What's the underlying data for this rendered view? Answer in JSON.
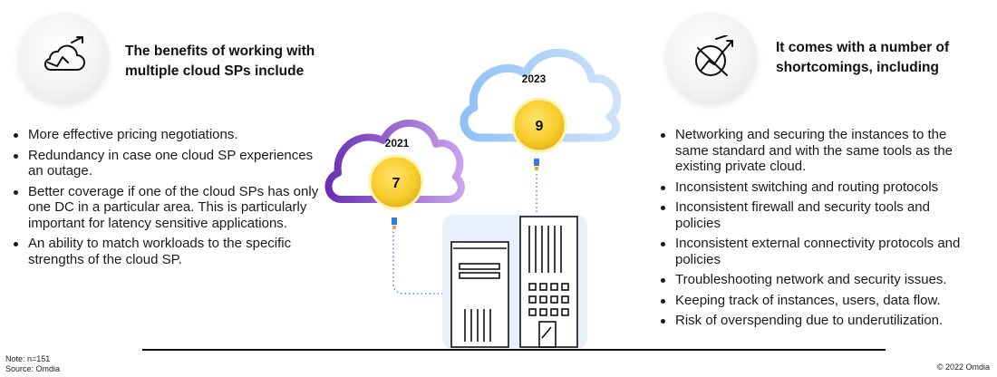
{
  "left": {
    "icon": "cloud-arrow-icon",
    "heading": "The benefits of working with multiple cloud SPs include",
    "bullets": [
      "More effective pricing negotiations.",
      "Redundancy in case one cloud SP experiences an outage.",
      "Better coverage if one of the cloud SPs has only one DC in a particular area. This is particularly important for latency sensitive applications.",
      "An ability to match workloads to the specific strengths of the cloud SP."
    ]
  },
  "right": {
    "icon": "broken-chart-arrow-icon",
    "heading": "It comes with a number of shortcomings, including",
    "bullets": [
      "Networking and securing the instances to the same standard and with the same tools as the existing private cloud.",
      "Inconsistent switching and routing protocols",
      "Inconsistent firewall and security tools and policies",
      "Inconsistent external connectivity protocols and policies",
      "Troubleshooting network and security issues.",
      "Keeping track of instances, users, data flow.",
      "Risk of overspending due to underutilization."
    ]
  },
  "clouds": [
    {
      "year": "2021",
      "value": "7",
      "color": "#8a4fc8"
    },
    {
      "year": "2023",
      "value": "9",
      "color": "#6fa8e6"
    }
  ],
  "footer": {
    "note": "Note: n=151",
    "source": "Source: Omdia",
    "copyright": "© 2022 Omdia"
  }
}
